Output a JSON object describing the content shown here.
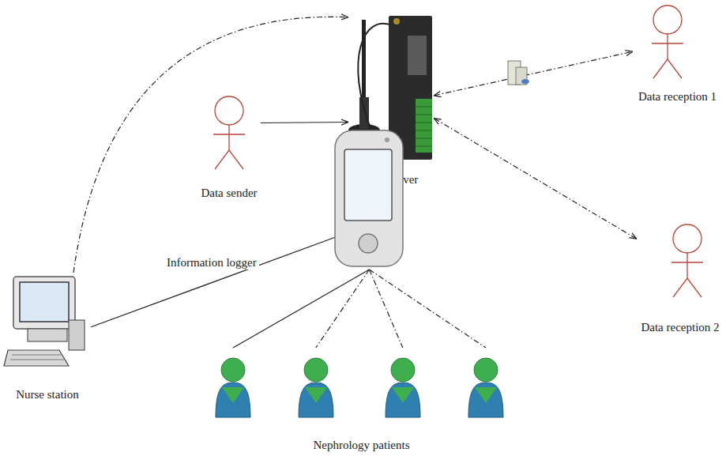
{
  "diagram": {
    "nodes": [
      {
        "text": [
          "Nurse station"
        ]
      },
      {
        "text": [
          "Data sender"
        ]
      },
      {
        "text": [
          "Data server"
        ]
      },
      {
        "text": [
          "Data reception 1"
        ]
      },
      {
        "text": [
          "Data reception 2"
        ]
      },
      {
        "text": [
          "Information logger"
        ]
      },
      {
        "text": [
          "Nephrology patients"
        ]
      }
    ],
    "edges": [
      {
        "from": 0,
        "to": 2,
        "arrow": "to"
      },
      {
        "from": 1,
        "to": 2,
        "arrow": "to"
      },
      {
        "from": 2,
        "to": 3,
        "arrow": "both"
      },
      {
        "from": 2,
        "to": 4,
        "arrow": "both"
      },
      {
        "from": 0,
        "to": 5,
        "arrow": "none"
      },
      {
        "from": 5,
        "to": 6,
        "arrow": "none"
      }
    ]
  }
}
